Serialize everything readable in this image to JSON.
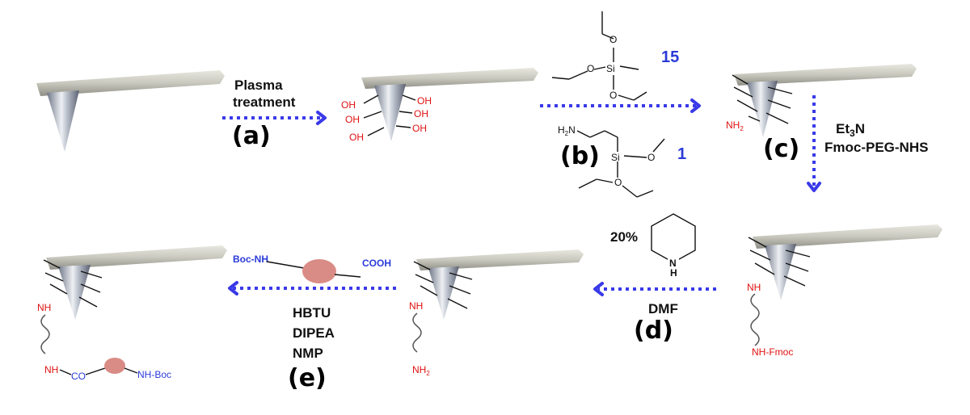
{
  "steps": {
    "a": {
      "label": "(a)",
      "reagent1": "Plasma",
      "reagent2": "treatment"
    },
    "b": {
      "label": "(b)",
      "ratio_top": "15",
      "ratio_bottom": "1"
    },
    "c": {
      "label": "(c)",
      "reagent1_base": "Et",
      "reagent1_sub": "3",
      "reagent1_tail": "N",
      "reagent2": "Fmoc-PEG-NHS"
    },
    "d": {
      "label": "(d)",
      "percent": "20%",
      "solvent": "DMF",
      "ring_atom": "N",
      "ring_h": "H"
    },
    "e": {
      "label": "(e)",
      "reagent1": "HBTU",
      "reagent2": "DIPEA",
      "reagent3": "NMP",
      "linker_left": "Boc-NH",
      "linker_right": "COOH"
    }
  },
  "molecules": {
    "hydroxyl": "OH",
    "silane_o": "O",
    "silane_si": "Si",
    "amine_h2n": "H",
    "amine_sub": "2",
    "amine_n": "N"
  },
  "surfaces": {
    "nh2_base": "NH",
    "nh2_sub": "2",
    "nh": "NH",
    "nh_fmoc": "NH-Fmoc",
    "co": "CO",
    "nh_boc": "NH-Boc"
  },
  "colors": {
    "arrow": "#3a3ae8",
    "red_label": "#e01010",
    "blue_label": "#2b3bd8",
    "linker_blob": "#d98c85"
  }
}
